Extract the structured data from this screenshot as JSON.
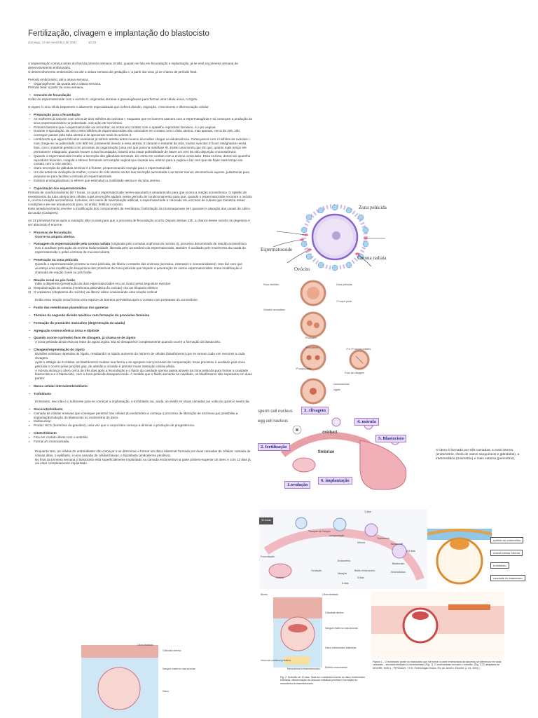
{
  "title": "Fertilização, clivagem e implantação do blastocisto",
  "date": "domingo, 14 de novembro de 2021",
  "time": "13:23",
  "paragraphs": {
    "intro1": "A segmentação começa antes do final da primeira semana. Então, quando se fala em fecundação e implantação, já se está na primeira semana de desenvolvimento embrionário.",
    "intro2": "O desenvolvimento embrionário vai até a oitava semana de gestação e, a partir da nona, já se chama de período fetal.",
    "period1": "Período embrionário: até a oitava semana.",
    "period2": "Organogênese: da quarta até a oitava semana.",
    "period3": "Período fetal: a partir da nona semana.",
    "concept_h": "Conceito de fecundação",
    "concept": "União do espermatozoide com o ovócito II, originados durante a gametogênese para formar uma célula única, o zigoto.",
    "zygote": "O zigoto é uma célula totipotente e altamente especializada que sofrerá divisão, migração, crescimento e diferenciação celular.",
    "prep_h": "Preparação para a fecundação",
    "prep": [
      "As mulheres já nascem com cerca de dois milhões de ovócitos I, enquanto que os homens nascem com a espermatogônia e só começam a produção de seus espermatozoides na puberdade, sob ação de hormônios.",
      "Primeira barreira que o espermatozoide vai encontrar, ao entrar em contato com o aparelho reprodutor feminino, é o pH vaginal.",
      "Durante a ejaculação, de 200 a 600 milhões de espermatozoides são colocados em contato com o óstio uterino, mas apenas, cerca de 200, vão conseguir passar pela tuba uterina e se aproximar mais do ovócito II.",
      "Lembrando que alguns folículos ovarianos já sofrem atresia antes mesmo da mulher chegar na adolescência. Começamos com 2 milhões de ovócitos I, mas chega-se na puberdade com 600 mil, justamente devido a essa atresia. E durante o restante da vida, muitos ovócitos II ficam estagnados nessa fase, com o material genético em processo de organização (uma vez que para na metáfase II). Existe uma teoria que diz que, quanto mais tempo ele permanecer estagnado, quando houver a sua fecundação, haverá uma maior possibilidade de haver um erro de não disjunção cromossômica.",
      "Quando o espermatozoide recebe a secreção das glândulas seminais, ele entra em contato com a enzima vesiculase. Essa enzima, dentro do aparelho reprodutor feminino, coagula o sêmen formando um tampão vaginal que impede seu retorno para a vagina e faz com que ele fique mais tempo em contato com o colo uterino.",
      "Outra secreção da glândula seminal é a frutose, proporcionando energia para o espermatozoide.",
      "Um dia antes da ovulação da mulher, o muco do colo uterino vai ter sua secreção aumentada e se tornar menos viscoso/mais aquoso, justamente para preparar-se para facilitar a entrada do espermatozoide.",
      "Existem prostaglandinas no sêmen que estimulam a motilidade uterina e da tuba uterina."
    ],
    "cap_h": "Capacitação dos espermatozoides",
    "cap1": "Período de condicionamento de 7 horas, no qual o espermatozoide recém-ejaculado é amadurecido para que ocorra a reação acrossômica. O epitélio de revestimento da tuba uterina tem células cujas secreções ajudam nesse período de condicionamento para que, quando o espermatozoide encontre o ovócito II, ocorra a reação acrossômica. Inclusive, em casos de inseminação artificial, o espermatozoide é colocado em um meio de cultura que mimetiza essas condições e ele ser amadurecido para, só então, fertiliza o ovócito.",
    "cap2": "Esse amadurecimento envolve a modificação dos componentes da membrana: fosforilação de tirosinaquinase (src quinase) e ativação dos canais de cálcio da cauda (CatSpers).",
    "cap3": "As 12 primeiras horas após a ovulação são cruciais para que o processo de fecundação ocorra. Depois dessas 12h, a chance desse ovócito se degenera e ser absorvido é enorme.",
    "proc_h": "Processo de fecundação",
    "proc_h2": "Ocorre na ampola uterina.",
    "pass_h": "Passagem do espermatozoide pela corona radiata",
    "pass_rest": " (originada pelo cumulus oophorus do ovócito II), processo denominado de reação acrossômica",
    "pass2": "Isso é auxiliado pela ação da enzima hialuronidade, liberada pelo acrossômio do espermatozoide, também é auxiliado pelo movimento da cauda do espermatozoide e pelas enzimas da mucosa tubária",
    "pen_h": "Penetração na zona pelúcida",
    "pen": "Quando o espermatozoide penetra na zona pelúcida, ele libera o restante das enzimas (acrosina, esterases e neuraminidases). Isso faz com que aconteça uma modificação bioquímica das proteínas da zona pelúcida que impede a penetração de outros espermatozoides. Essa modificação é chamada de reação zonal ou pós fusão.",
    "zon_h": "Reação zonal ou pós fusão",
    "zon": "Inibe a dispermia (penetração de dois espermatozoides em um óvulo) pelos seguintes eventos:",
    "zon1": "Despolarização do oolema (membrana plasmática do ovócito) cria um bloqueio elétrico",
    "zon2": "O ooplasma (citoplasma do ovócito) vai liberar cálcio ocasionando uma reação cortical",
    "zon3": "Então essa reação zonal forma uma espécie de barreira perivitelina após o contato com proteases do acrossômio.",
    "steps": [
      "Fusão das membranas plasmáticas dos gametas",
      "Término da segunda divisão meiótica com formação do pronúcleo feminino",
      "Formação do pronúcleo masculino (degeneração da cauda)",
      "Agregação cromossômica única e diploide"
    ],
    "cliv_q": "Quando ocorre o primeiro fuso de clivagem, já chama-se de zigoto",
    "cliv_q2": "A zona pelúcida ainda está ao redor do agora zigoto. Ela só desaparece completamente quando ocorre a formação do blastocisto.",
    "cliv_h": "Clivagem/segmentação do zigoto",
    "cliv1": "Divisões mitóticas repetidas do zigoto, resultando no rápido aumento do número de células (blastômeros) que se tornam cada vez menores a cada clivagem.",
    "cliv2": "Após o estágio de 9 células, os blastômeros mudam sua forma e se agrupam num processo de compactação. Esse processo é auxiliado pela zona pelúcida e ocorre pelas junções gap, de adesão e oclusão e permite maior interação célula-célula.",
    "cliv3": "A mórula alcança o útero cerca de três dias após a fecundação e o fluido da cavidade uterina passa através da zona pelúcida para formar a cavidade blastocística e o blastocisto, com a zona pelúcida desaparecendo. À medida que o fluido aumenta na cavidade, os blastômeros são separados em duas partes:",
    "massa": "Massa celular interna/embrioblasto",
    "trofo": "Trofoblasto",
    "trofo_p": "Entretanto, isso não é o suficiente para se começar a implantação, o trofoblasto vai, ainda, se dividir em duas camadas por volta do quinto e sexto dia:",
    "sincicio_h": "Sinciciotrofoblasto",
    "sincicio": [
      "Camada de células erosivas que consegue penetrar nas células do endométrio e começa o processo de liberação de enzimas que possibilita a implantação/nidação do blastocisto no endométrio do útero.",
      "Multinuclear.",
      "Produz HCG (hormônio da gravidez), uma vez que o corpo lúteo começa a diminuir a produção de progesterona."
    ],
    "cito_h": "Citotrofoblasto",
    "cito": [
      "Fica em contato direto com o embrião.",
      "Forma um monocamada."
    ],
    "final1": "Enquanto isso, as células do embrioblasto vão começar a se direcionar e formar um disco bilaminar formado por duas camadas de células: camada de células altas, o epiblasto, e uma camada de células baixas, o hipoblasto (endoderma primitivo).",
    "final2": "No final da primeira semana o blastocisto está superficialmente implantado na camada endometrial na parte póstero-superior do útero e com 12 dias já vai estar completamente implantado."
  },
  "figures": {
    "fig1_labels": [
      "Zona pelúcida",
      "Espermatozoide",
      "Corona radiata",
      "Ovócito"
    ],
    "fig2_labels": [
      "Fuso meiótico",
      "Zona pelúcida",
      "Ovócito secundário",
      "1º corpo polar",
      "Pronúcleo",
      "Pronúcleos",
      "1º e 2º corpos polares",
      "2º corpo polar",
      "Fuso de clivagem",
      "cromossomos",
      "zigoto"
    ],
    "fig3_labels": [
      "sperm cell nucleus",
      "egg cell nucleus",
      "oviduct",
      "fimbriae"
    ],
    "fig3_tags": [
      "3. clivagem",
      "4. mórula",
      "5. Blastocisto",
      "2. fertilização",
      "6. implantação",
      "1.ovulação"
    ],
    "fig3_side": "O útero é formado por três camadas: a mais interna (endométrio, cheia de vasos sanguíneos e glândulas), a intermediária (miométrio) e mais externa (perimétrio).",
    "fig4_labels": [
      "30 horas",
      "3 dias",
      "Trompas de Falópio",
      "compactação",
      "Mórula",
      "Trofoblasto",
      "Blastocelle",
      "4-5 dias",
      "Blastocisto",
      "Fecundação",
      "Endométrio",
      "Botão embrionário",
      "Ovulação",
      "Ovário",
      "Nidação",
      "6 dias",
      "Embrioblasto",
      "5 dias"
    ],
    "fig5_labels": [
      "epitélio do endométrio",
      "massa celular interna",
      "trofoblasto",
      "cavidade do blastocisto"
    ],
    "fig6_labels": [
      "Âmnio",
      "Citotrofoblasto",
      "Glândula uterina",
      "Sangue materno nas lacunas",
      "Disco embrionário bilaminar",
      "Vesícula umbilical primitiva",
      "Mesoderma extraembrionário",
      "Epitélio endometrial"
    ],
    "fig6_caption": "Fig. 2: Embrião de 10 dias. Nota-se o estabelecimento do disco embrionário bilaminar, diferenciação da vesícula umbilical primitiva e formação do mesoderma extraembrionário.",
    "fig7_caption": "Figura 4 – O trofoblasto (parte do blastocisto que irá formar a parte embrionária da placenta) se diferencia em duas camadas – sinciciotrofoblasto e citotrofoblasto (Fig. 7). O embrioblasto formará o embrião. (Fig. 2-22 adaptada de MOORE, Keith L.; PERSAUD, T.V.N. Embriologia Clínica. Rio de Janeiro: Elsevier, p. 44, 2004.)",
    "fig8_labels": [
      "Citotrofoblasto",
      "Glândula uterina",
      "Sangue materno nas lacunas",
      "Disco"
    ]
  },
  "colors": {
    "purple": "#8a63c9",
    "pink": "#e96a8c",
    "blue": "#3a6fc2",
    "text": "#333333"
  }
}
